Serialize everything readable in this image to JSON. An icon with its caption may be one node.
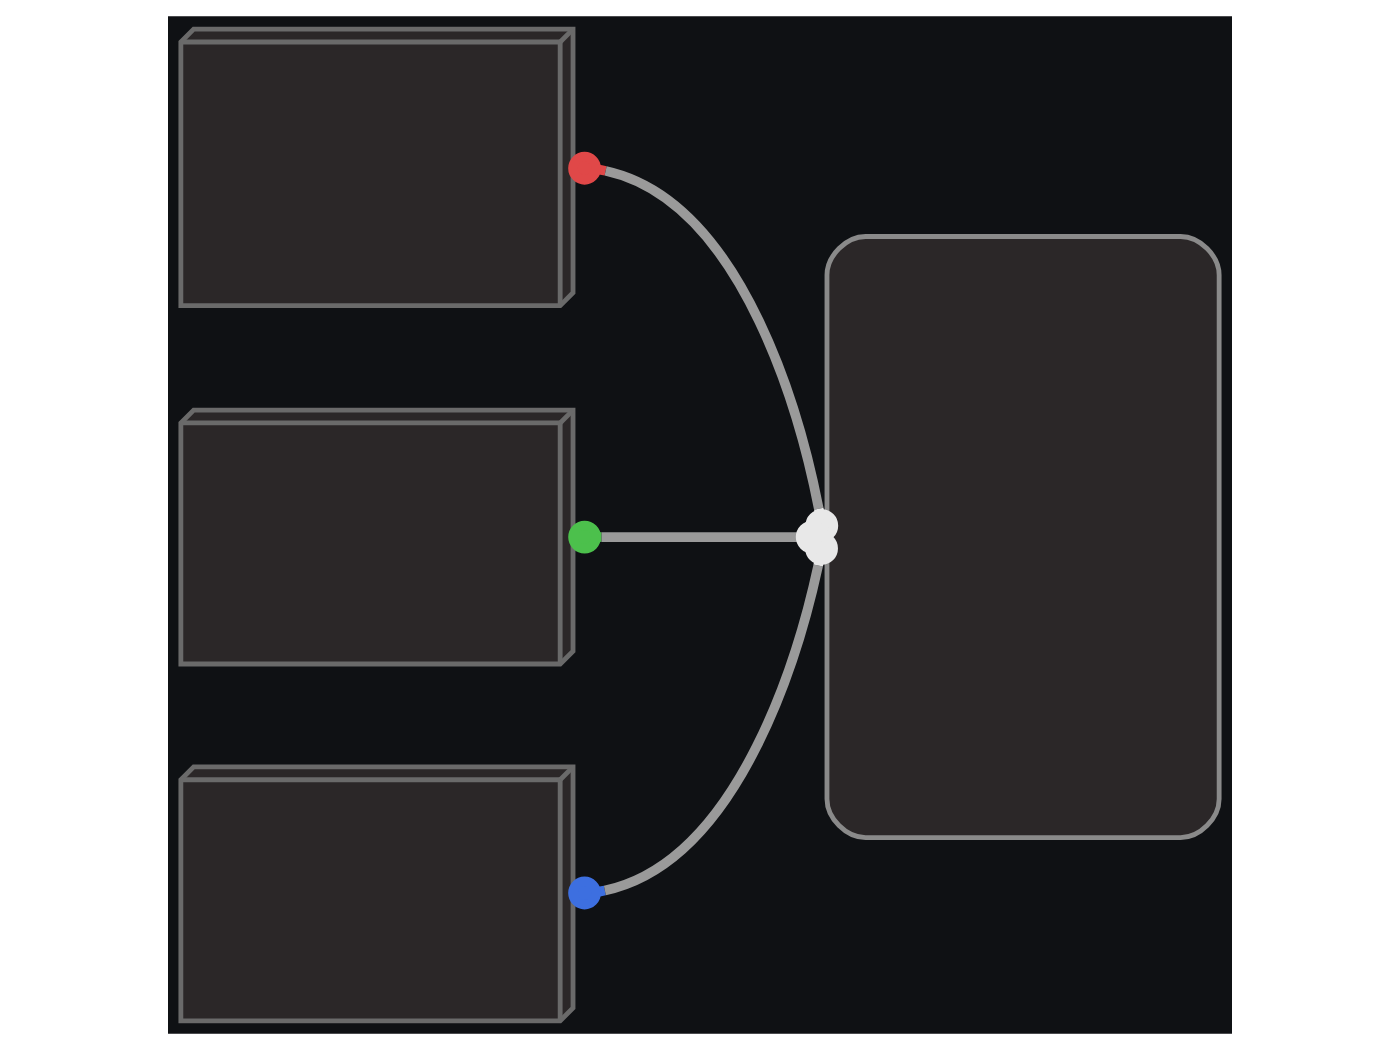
{
  "diagram": {
    "nodes": [
      {
        "text": [],
        "shape": "picture"
      },
      {
        "text": [],
        "shape": "picture"
      },
      {
        "text": [],
        "shape": "picture"
      },
      {
        "text": [],
        "shape": "box"
      }
    ],
    "edges": [
      {
        "from": 0,
        "to": 3,
        "arrow": "other"
      },
      {
        "from": 1,
        "to": 3,
        "arrow": "other"
      },
      {
        "from": 2,
        "to": 3,
        "arrow": "other"
      }
    ]
  }
}
